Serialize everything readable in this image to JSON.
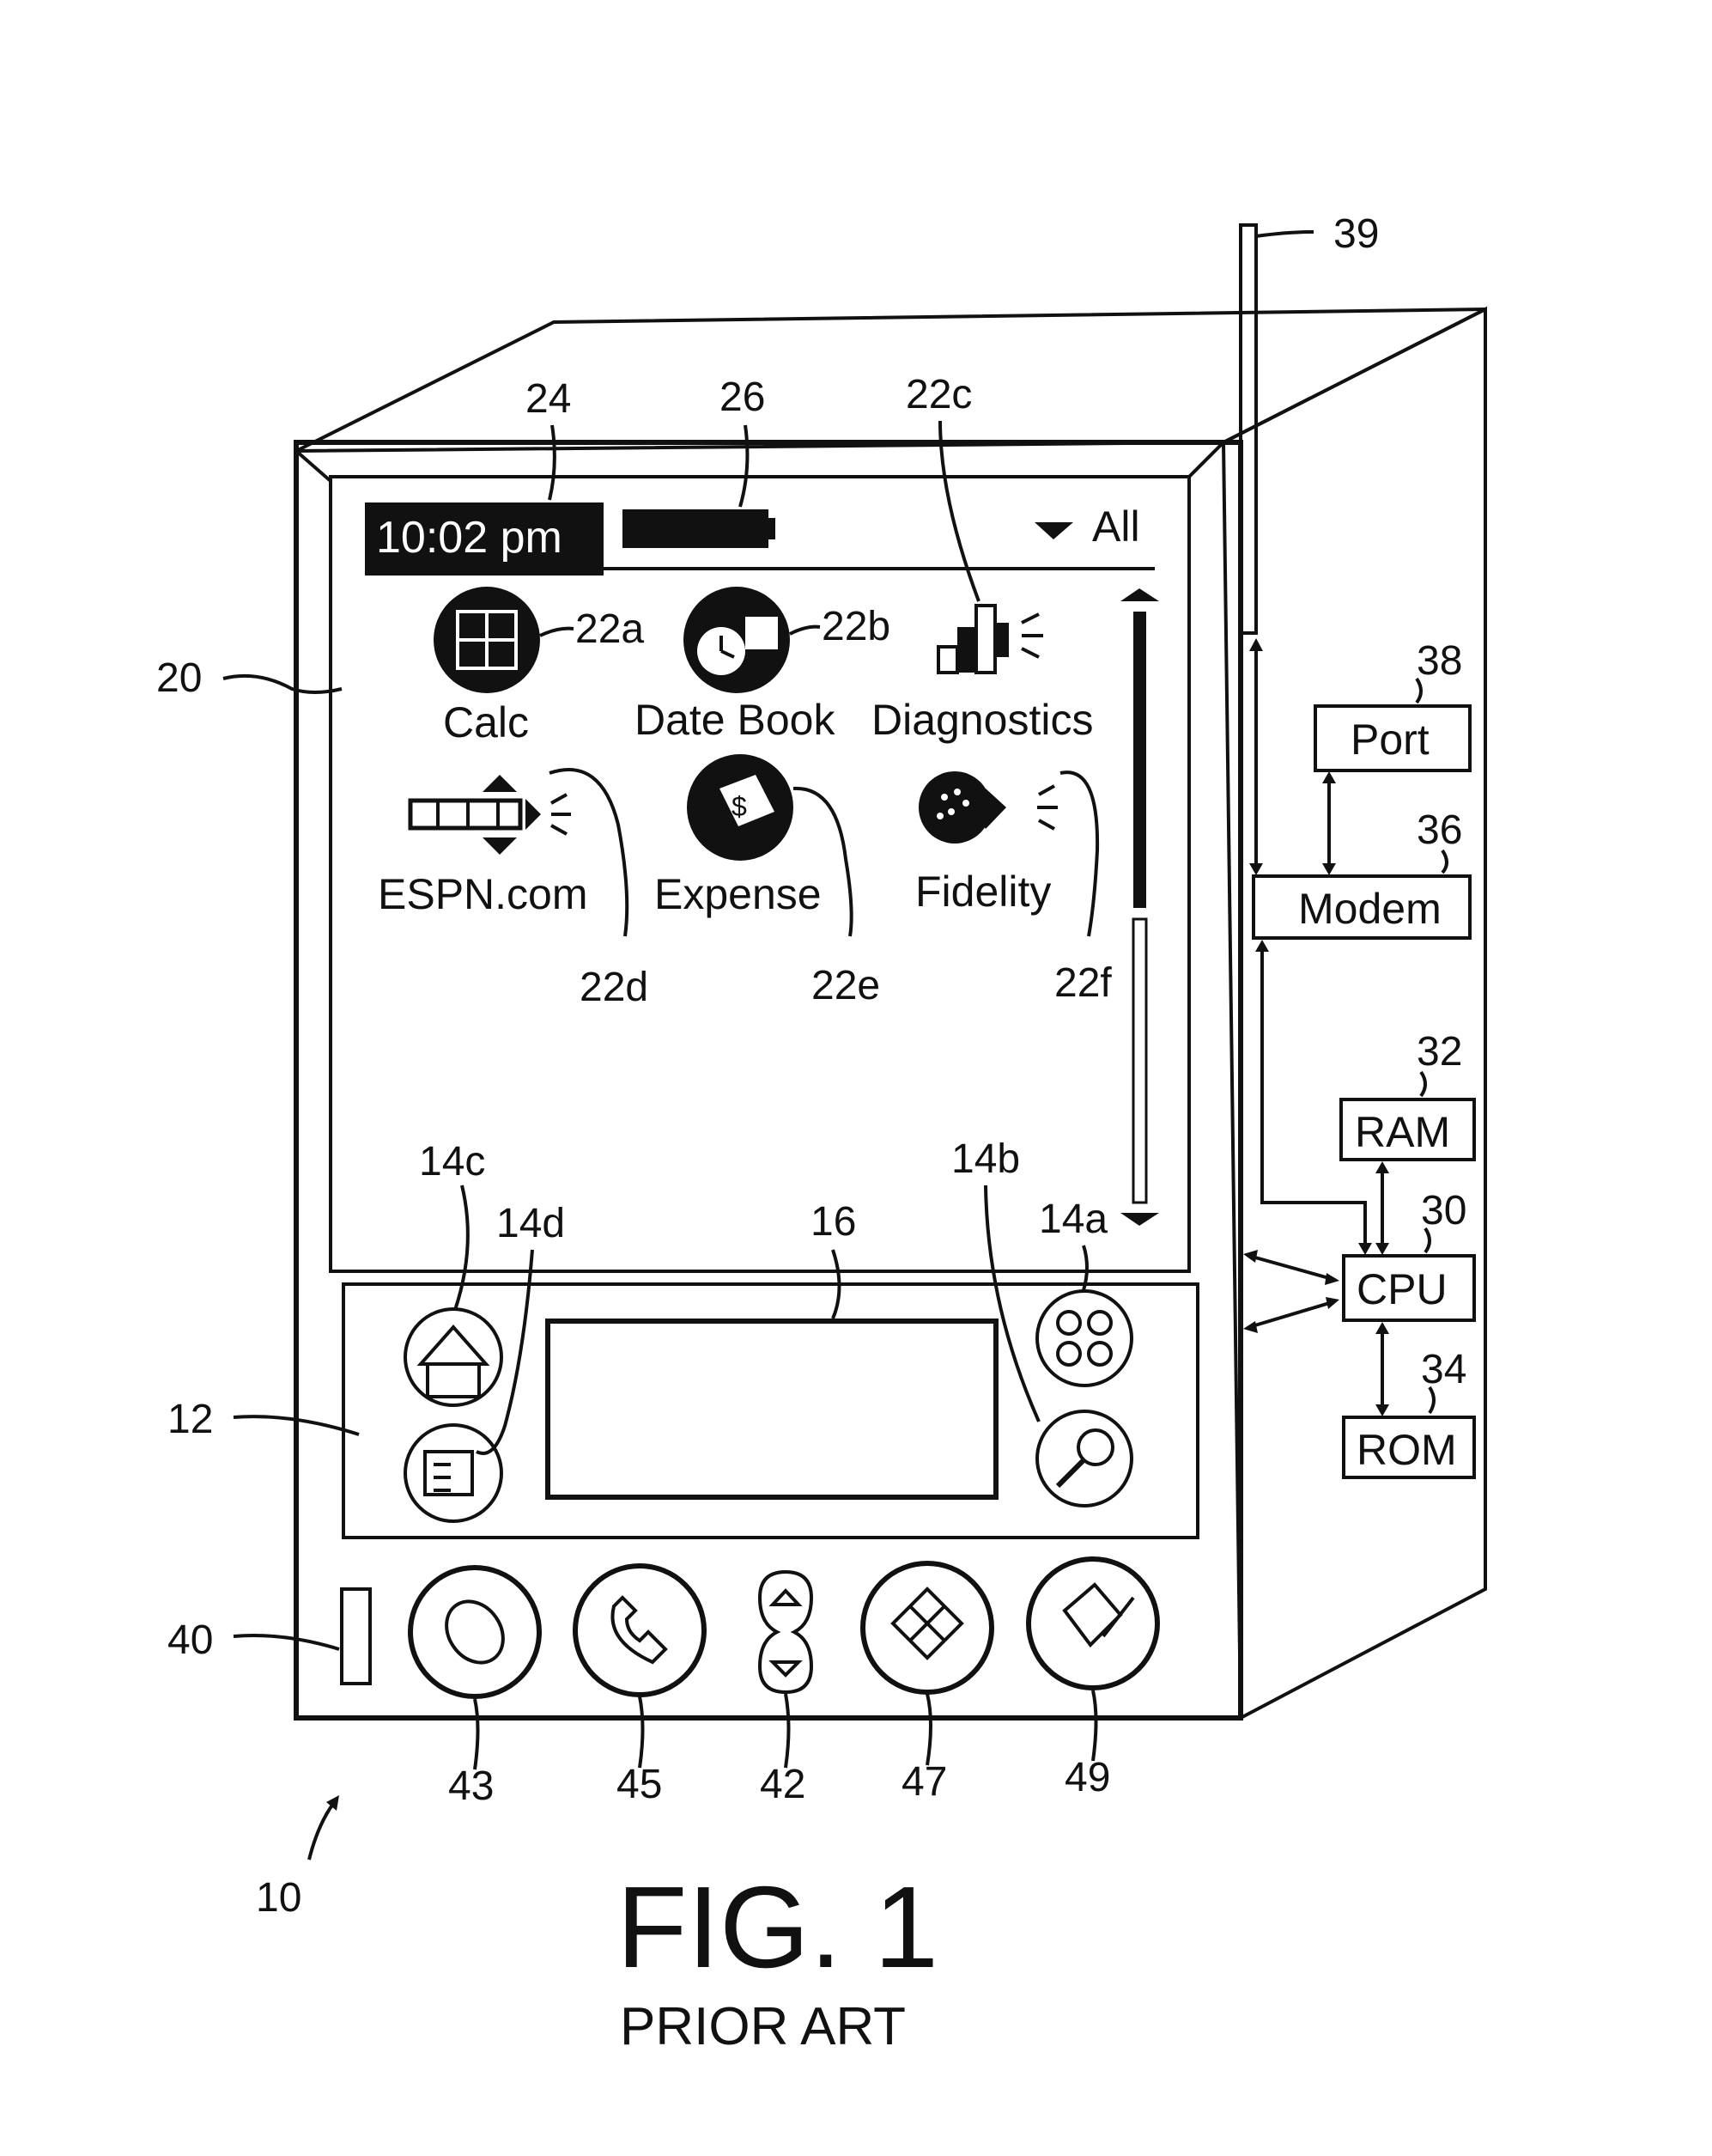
{
  "status_bar": {
    "time": "10:02 pm",
    "category": "All"
  },
  "apps": [
    {
      "label": "Calc",
      "ref": "22a",
      "icon": "calculator-icon"
    },
    {
      "label": "Date Book",
      "ref": "22b",
      "icon": "clock-icon"
    },
    {
      "label": "Diagnostics",
      "ref": "22c",
      "icon": "bar-chart-icon"
    },
    {
      "label": "ESPN.com",
      "ref": "22d",
      "icon": "espn-logo-icon"
    },
    {
      "label": "Expense",
      "ref": "22e",
      "icon": "dollar-icon"
    },
    {
      "label": "Fidelity",
      "ref": "22f",
      "icon": "fidelity-icon"
    }
  ],
  "blocks": {
    "port": "Port",
    "modem": "Modem",
    "ram": "RAM",
    "cpu": "CPU",
    "rom": "ROM"
  },
  "refs": {
    "r10": "10",
    "r12": "12",
    "r14a": "14a",
    "r14b": "14b",
    "r14c": "14c",
    "r14d": "14d",
    "r16": "16",
    "r20": "20",
    "r24": "24",
    "r26": "26",
    "r30": "30",
    "r32": "32",
    "r34": "34",
    "r36": "36",
    "r38": "38",
    "r39": "39",
    "r40": "40",
    "r42": "42",
    "r43": "43",
    "r45": "45",
    "r47": "47",
    "r49": "49"
  },
  "caption": {
    "title": "FIG. 1",
    "subtitle": "PRIOR ART"
  }
}
